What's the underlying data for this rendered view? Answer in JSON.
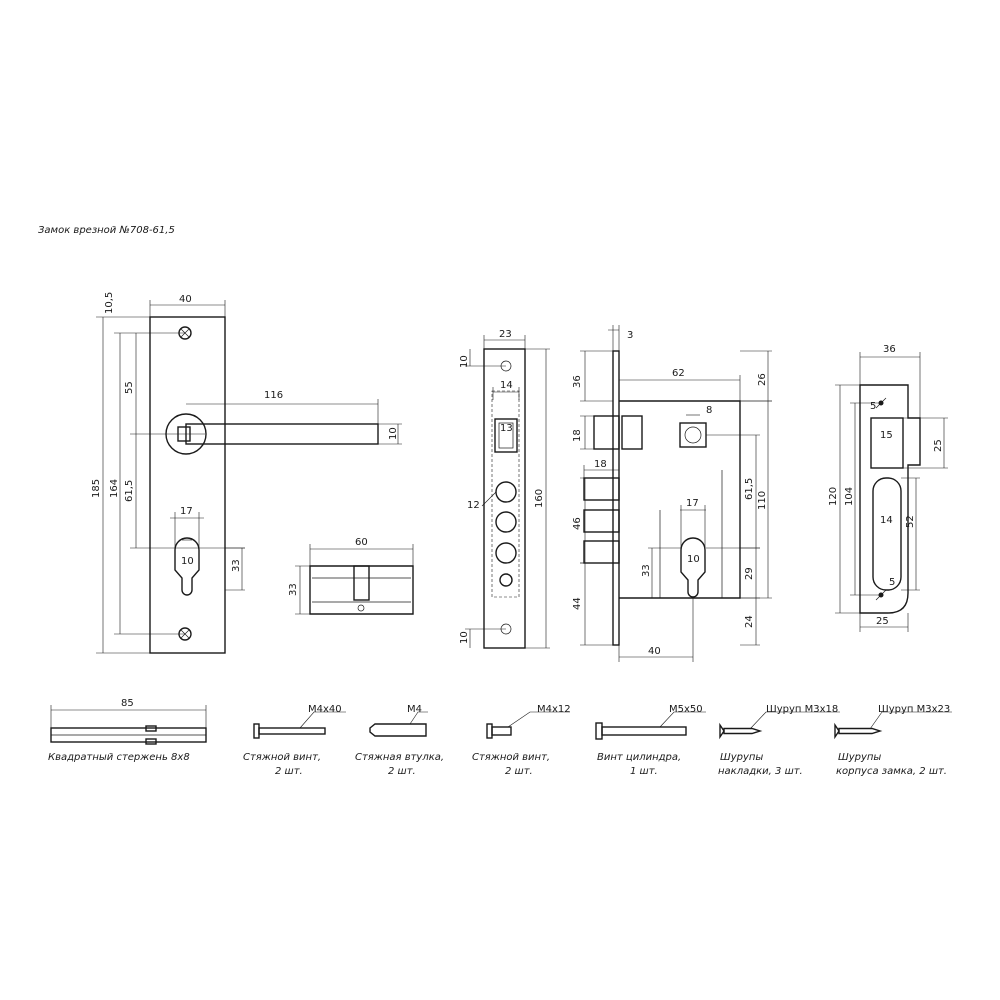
{
  "title": "Замок врезной №708-61,5",
  "plate": {
    "dims": {
      "top_offset": "10,5",
      "width": "40",
      "total_height": "185",
      "hole_span": "164",
      "upper_span": "55",
      "handle_length": "116",
      "handle_thickness": "10",
      "backset": "61,5",
      "cyl_width": "17",
      "cyl_hole": "10",
      "cyl_height": "33"
    }
  },
  "cylinder": {
    "dims": {
      "length": "60",
      "height": "33"
    }
  },
  "faceplate": {
    "dims": {
      "width": "23",
      "top": "10",
      "latch": "14",
      "latch_inner": "13",
      "bolt_dia": "12",
      "height": "160",
      "bottom": "10"
    }
  },
  "lock_body": {
    "dims": {
      "thickness": "3",
      "top": "36",
      "depth": "62",
      "top_right": "26",
      "spindle": "8",
      "latch_h": "18",
      "bolt_w": "18",
      "backset": "61,5",
      "body_h": "110",
      "bolt_h": "46",
      "cyl_w": "17",
      "cyl_h": "33",
      "cyl_hole": "10",
      "right_low": "29",
      "bottom": "44",
      "bottom_right": "24",
      "backset_x": "40"
    }
  },
  "strike": {
    "dims": {
      "width": "36",
      "height": "120",
      "hole_span": "104",
      "latch_w": "15",
      "latch_h": "25",
      "bolt_w": "14",
      "bolt_h": "52",
      "screw_a": "5",
      "screw_b": "5",
      "bottom": "25"
    }
  },
  "parts": [
    {
      "dim": "85",
      "label": "Квадратный стержень 8х8"
    },
    {
      "tag": "М4х40",
      "label1": "Стяжной винт,",
      "label2": "2 шт."
    },
    {
      "tag": "М4",
      "label1": "Стяжная втулка,",
      "label2": "2 шт."
    },
    {
      "tag": "М4х12",
      "label1": "Стяжной винт,",
      "label2": "2 шт."
    },
    {
      "tag": "М5х50",
      "label1": "Винт цилиндра,",
      "label2": "1 шт."
    },
    {
      "tag": "Шуруп М3х18",
      "label1": "Шурупы",
      "label2": "накладки, 3 шт."
    },
    {
      "tag": "Шуруп М3х23",
      "label1": "Шурупы",
      "label2": "корпуса замка, 2 шт."
    }
  ]
}
